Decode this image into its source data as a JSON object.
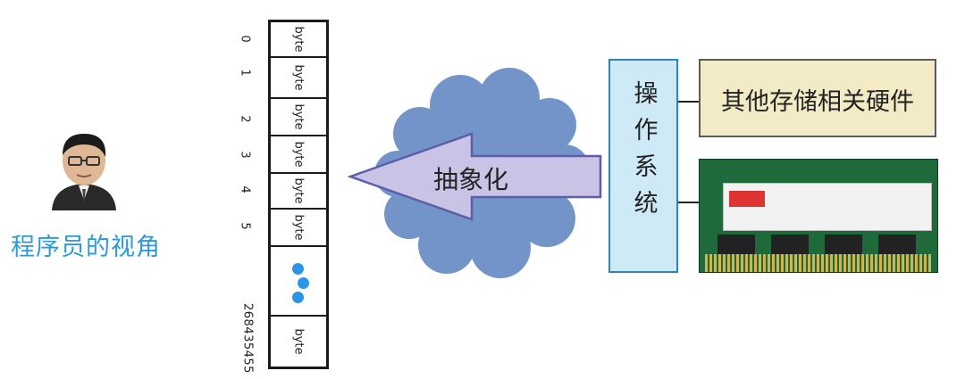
{
  "programmer": {
    "label": "程序员的视角",
    "avatar_icon": "programmer-avatar-icon"
  },
  "memory": {
    "addresses": [
      "0",
      "1",
      "2",
      "3",
      "4",
      "5"
    ],
    "last_address": "268435455",
    "cell_label": "byte",
    "ellipsis_dots": 3
  },
  "arrow": {
    "label": "抽象化"
  },
  "os": {
    "label": "操作系统"
  },
  "other_hardware": {
    "label": "其他存储相关硬件"
  },
  "ram": {
    "icon": "ram-module-icon"
  },
  "colors": {
    "label_blue": "#2b9bd6",
    "cloud_blue": "#7394c8",
    "arrow_fill": "#c9c3e6",
    "arrow_stroke": "#5a5fa8",
    "os_fill": "#cdeaf6",
    "os_border": "#2c83bf",
    "hardware_fill": "#f3ebc5"
  }
}
